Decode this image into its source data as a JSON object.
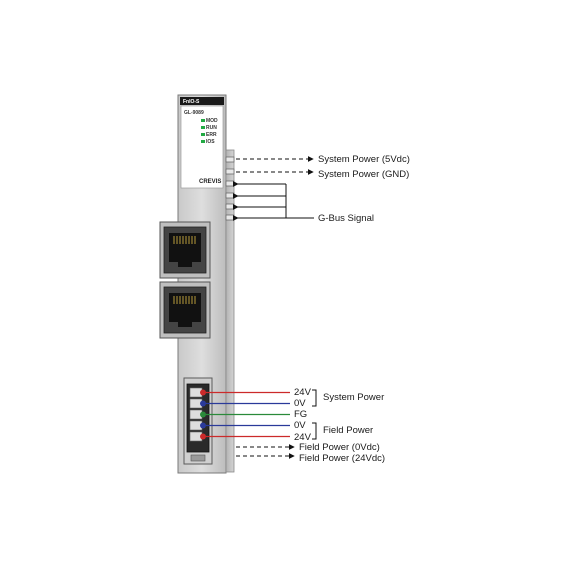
{
  "device": {
    "model_label": "FnIO-S",
    "module_code": "GL-9089",
    "brand": "CREVIS",
    "leds": [
      {
        "label": "MOD",
        "color": "#22aa44"
      },
      {
        "label": "RUN",
        "color": "#22aa44"
      },
      {
        "label": "ERR",
        "color": "#22aa44"
      },
      {
        "label": "IOS",
        "color": "#22aa44"
      }
    ]
  },
  "callouts": {
    "system_power_5v": "System Power (5Vdc)",
    "system_power_gnd": "System Power (GND)",
    "gbus_signal": "G-Bus Signal",
    "field_power_0v": "Field Power (0Vdc)",
    "field_power_24v": "Field Power (24Vdc)"
  },
  "terminals": [
    {
      "label": "24V",
      "color": "#cc2a2a"
    },
    {
      "label": "0V",
      "color": "#2a3a9a"
    },
    {
      "label": "FG",
      "color": "#2a8a3a"
    },
    {
      "label": "0V",
      "color": "#2a3a9a"
    },
    {
      "label": "24V",
      "color": "#cc2a2a"
    }
  ],
  "groups": {
    "system_power": "System Power",
    "field_power": "Field Power"
  }
}
